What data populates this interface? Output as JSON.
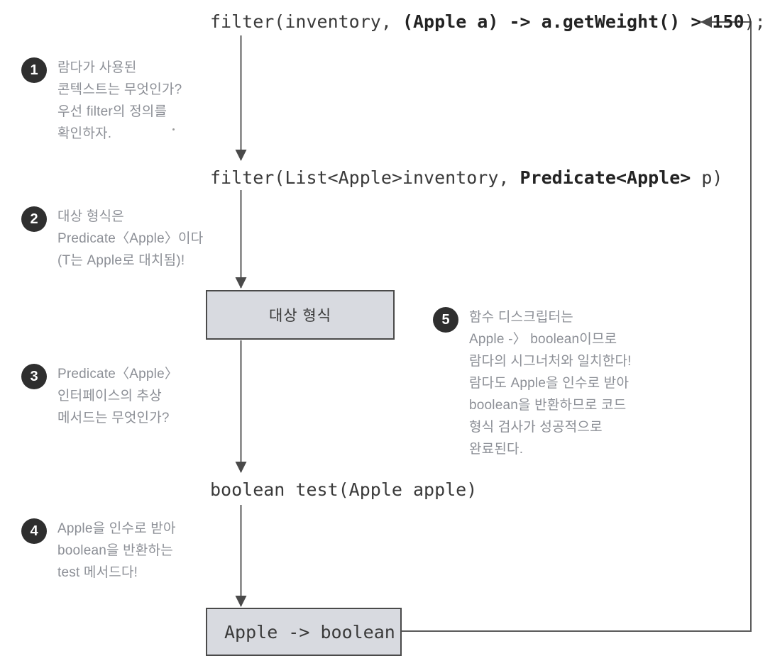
{
  "diagram": {
    "title": "lambda-type-checking-flow",
    "accent_box_fill": "#d8dae0",
    "badge_color": "#2f2f2f",
    "note_color": "#8c8f96",
    "code_color": "#3a3a3a"
  },
  "code_lines": [
    {
      "id": "line-1",
      "plain_prefix": "filter(inventory, ",
      "bold": "(Apple a) -> a.getWeight() > 150",
      "plain_suffix": ");"
    },
    {
      "id": "line-2",
      "plain_prefix": "filter(List<Apple>inventory, ",
      "bold": "Predicate<Apple>",
      "plain_suffix": " p)"
    },
    {
      "id": "line-3",
      "plain_prefix": "boolean test(Apple apple)",
      "bold": "",
      "plain_suffix": ""
    }
  ],
  "boxes": {
    "target_type": "대상 형식",
    "function_descriptor": "Apple -> boolean"
  },
  "annotations": [
    {
      "number": "1",
      "text": "람다가 사용된\n콘텍스트는 무엇인가?\n우선 filter의 정의를\n확인하자."
    },
    {
      "number": "2",
      "text": "대상 형식은\nPredicate〈Apple〉이다\n(T는 Apple로 대치됨)!"
    },
    {
      "number": "3",
      "text": "Predicate〈Apple〉\n인터페이스의 추상\n메서드는 무엇인가?"
    },
    {
      "number": "4",
      "text": "Apple을 인수로 받아\nboolean을 반환하는\ntest 메서드다!"
    },
    {
      "number": "5",
      "text": "함수 디스크립터는\nApple -〉 boolean이므로\n람다의 시그너처와 일치한다!\n람다도 Apple을 인수로 받아\nboolean을 반환하므로 코드\n형식 검사가 성공적으로\n완료된다."
    }
  ]
}
